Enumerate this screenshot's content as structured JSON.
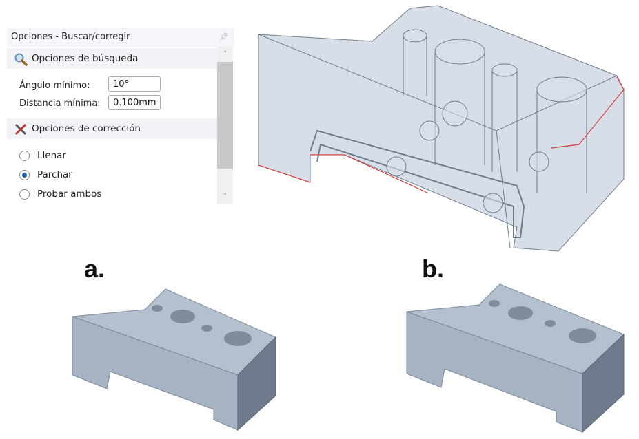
{
  "panel": {
    "title": "Opciones - Buscar/corregir",
    "search_section": {
      "label": "Opciones de búsqueda",
      "icon": "magnifier-icon"
    },
    "min_angle": {
      "label": "Ángulo mínimo:",
      "value": "10°"
    },
    "min_distance": {
      "label": "Distancia mínima:",
      "value": "0.100mm"
    },
    "fix_section": {
      "label": "Opciones de corrección",
      "icon": "tools-icon"
    },
    "options": [
      {
        "label": "Llenar",
        "selected": false
      },
      {
        "label": "Parchar",
        "selected": true
      },
      {
        "label": "Probar ambos",
        "selected": false
      }
    ]
  },
  "figure_labels": {
    "a": "a.",
    "b": "b."
  }
}
